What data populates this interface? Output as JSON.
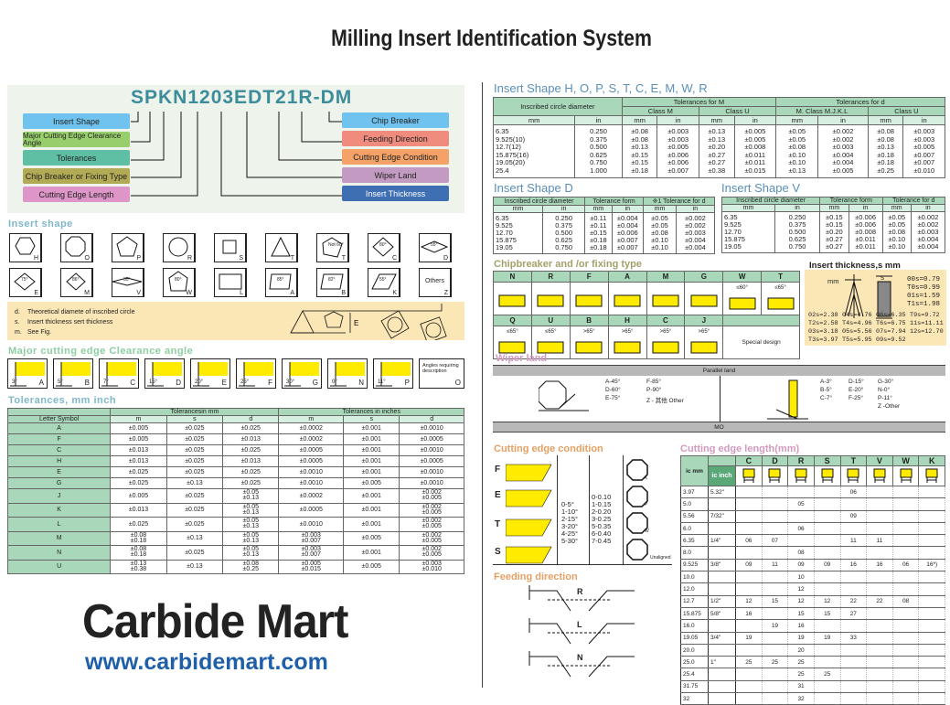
{
  "title": "Milling Insert Identification System",
  "code": {
    "value": "SPKN1203EDT21R-DM",
    "left_tags": [
      {
        "label": "Insert Shape",
        "color": "#6fc3ee"
      },
      {
        "label": "Major Cutting Edge Clearance Angle",
        "color": "#98cf6c"
      },
      {
        "label": "Tolerances",
        "color": "#5fbfa5"
      },
      {
        "label": "Chip Breaker or Fixing Type",
        "color": "#b3aa55"
      },
      {
        "label": "Cutting Edge Length",
        "color": "#de96c9"
      }
    ],
    "right_tags": [
      {
        "label": "Chip Breaker",
        "color": "#6fc3ee"
      },
      {
        "label": "Feeding Direction",
        "color": "#ef8c7d"
      },
      {
        "label": "Cutting Edge Condition",
        "color": "#f4a267"
      },
      {
        "label": "Wiper Land",
        "color": "#c39ac2"
      },
      {
        "label": "Insert Thickness",
        "color": "#3f6fb3"
      }
    ]
  },
  "insert_shape": {
    "heading": "Insert shape",
    "shapes": [
      "H",
      "O",
      "P",
      "R",
      "S",
      "T",
      "T",
      "C",
      "D",
      "E",
      "M",
      "V",
      "W",
      "L",
      "A",
      "B",
      "K"
    ],
    "angles": {
      "T2": "Not 60°",
      "C": "80°",
      "D": "55°",
      "E": "75°",
      "M": "86°",
      "V": "35°",
      "W": "80°",
      "A": "85°",
      "B": "82°",
      "K": "55°"
    },
    "others": "Others",
    "others_letter": "Z",
    "notes": [
      {
        "k": "d.",
        "t": "Theoretical diamete of inscribed circle"
      },
      {
        "k": "s.",
        "t": "Insert thickness sert thickness"
      },
      {
        "k": "m.",
        "t": "See Fig."
      }
    ],
    "fig_label": "E"
  },
  "clearance": {
    "heading": "Major cutting edge Clearance angle",
    "items": [
      {
        "l": "A",
        "a": "3°"
      },
      {
        "l": "B",
        "a": "5°"
      },
      {
        "l": "C",
        "a": "7°"
      },
      {
        "l": "D",
        "a": "15°"
      },
      {
        "l": "E",
        "a": "20°"
      },
      {
        "l": "F",
        "a": "25°"
      },
      {
        "l": "G",
        "a": "30°"
      },
      {
        "l": "N",
        "a": "0°"
      },
      {
        "l": "P",
        "a": "11°"
      }
    ],
    "other_text": "Angles requiring description",
    "other_letter": "O"
  },
  "tolerances": {
    "heading": "Tolerances, mm  inch",
    "group_mm": "Tolerancesin mm",
    "group_in": "Tolerances in inches",
    "cols": [
      "Letter Symbol",
      "m",
      "s",
      "d",
      "m",
      "s",
      "d"
    ],
    "rows": [
      [
        "A",
        "±0.005",
        "±0.025",
        "±0.025",
        "±0.0002",
        "±0.001",
        "±0.0010"
      ],
      [
        "F",
        "±0.005",
        "±0.025",
        "±0.013",
        "±0.0002",
        "±0.001",
        "±0.0005"
      ],
      [
        "C",
        "±0.013",
        "±0.025",
        "±0.025",
        "±0.0005",
        "±0.001",
        "±0.0010"
      ],
      [
        "H",
        "±0.013",
        "±0.025",
        "±0.013",
        "±0.0005",
        "±0.001",
        "±0.0005"
      ],
      [
        "E",
        "±0.025",
        "±0.025",
        "±0.025",
        "±0.0010",
        "±0.001",
        "±0.0010"
      ],
      [
        "G",
        "±0.025",
        "±0.13",
        "±0.025",
        "±0.0010",
        "±0.005",
        "±0.0010"
      ],
      [
        "J",
        "±0.005",
        "±0.025",
        "±0.05 ±0.13",
        "±0.0002",
        "±0.001",
        "±0.002 ±0.005"
      ],
      [
        "K",
        "±0.013",
        "±0.025",
        "±0.05 ±0.13",
        "±0.0005",
        "±0.001",
        "±0.002 ±0.005"
      ],
      [
        "L",
        "±0.025",
        "±0.025",
        "±0.05 ±0.13",
        "±0.0010",
        "±0.001",
        "±0.002 ±0.005"
      ],
      [
        "M",
        "±0.08 ±0.18",
        "±0.13",
        "±0.05 ±0.13",
        "±0.003 ±0.007",
        "±0.005",
        "±0.002 ±0.005"
      ],
      [
        "N",
        "±0.08 ±0.18",
        "±0.025",
        "±0.05 ±0.13",
        "±0.003 ±0.007",
        "±0.001",
        "±0.002 ±0.005"
      ],
      [
        "U",
        "±0.13 ±0.38",
        "±0.13",
        "±0.08 ±0.25",
        "±0.005 ±0.015",
        "±0.005",
        "±0.003 ±0.010"
      ]
    ]
  },
  "logo": {
    "name": "Carbide Mart",
    "url": "www.carbidemart.com"
  },
  "shape_main": {
    "heading": "Insert Shape H, O, P, S, T, C, E, M, W, R",
    "h1": [
      "Inscribed circle diameter",
      "Tolerances for M",
      "Tolerances for d"
    ],
    "h2": [
      "Class M",
      "Class U",
      "M. Class M.J.K.L",
      "Class U"
    ],
    "units": [
      "mm",
      "in",
      "mm",
      "in",
      "mm",
      "in",
      "mm",
      "in",
      "mm",
      "in"
    ],
    "rows": [
      [
        "6.35",
        "0.250",
        "±0.08",
        "±0.003",
        "±0.13",
        "±0.005",
        "±0.05",
        "±0.002",
        "±0.08",
        "±0.003"
      ],
      [
        "9.525(10)",
        "0.375",
        "±0.08",
        "±0.003",
        "±0.13",
        "±0.005",
        "±0.05",
        "±0.002",
        "±0.08",
        "±0.003"
      ],
      [
        "12.7(12)",
        "0.500",
        "±0.13",
        "±0.005",
        "±0.20",
        "±0.008",
        "±0.08",
        "±0.003",
        "±0.13",
        "±0.005"
      ],
      [
        "15.875(16)",
        "0.625",
        "±0.15",
        "±0.006",
        "±0.27",
        "±0.011",
        "±0.10",
        "±0.004",
        "±0.18",
        "±0.007"
      ],
      [
        "19.05(20)",
        "0.750",
        "±0.15",
        "±0.006",
        "±0.27",
        "±0.011",
        "±0.10",
        "±0.004",
        "±0.18",
        "±0.007"
      ],
      [
        "25.4",
        "1.000",
        "±0.18",
        "±0.007",
        "±0.38",
        "±0.015",
        "±0.13",
        "±0.005",
        "±0.25",
        "±0.010"
      ]
    ]
  },
  "shape_d": {
    "heading": "Insert Shape D",
    "h": [
      "Inscribed circle diameter",
      "Tolerance form",
      "※1 Tolerance for d"
    ],
    "units": [
      "mm",
      "in",
      "mm",
      "in",
      "mm",
      "in"
    ],
    "rows": [
      [
        "6.35",
        "0.250",
        "±0.11",
        "±0.004",
        "±0.05",
        "±0.002"
      ],
      [
        "9.525",
        "0.375",
        "±0.11",
        "±0.004",
        "±0.05",
        "±0.002"
      ],
      [
        "12.70",
        "0.500",
        "±0.15",
        "±0.006",
        "±0.08",
        "±0.003"
      ],
      [
        "15.875",
        "0.625",
        "±0.18",
        "±0.007",
        "±0.10",
        "±0.004"
      ],
      [
        "19.05",
        "0.750",
        "±0.18",
        "±0.007",
        "±0.10",
        "±0.004"
      ]
    ]
  },
  "shape_v": {
    "heading": "Insert Shape V",
    "h": [
      "Inscribed circle diameter",
      "Tolerance form",
      "Tolerance for d"
    ],
    "units": [
      "mm",
      "in",
      "mm",
      "in",
      "mm",
      "in"
    ],
    "rows": [
      [
        "6.35",
        "0.250",
        "±0.15",
        "±0.006",
        "±0.05",
        "±0.002"
      ],
      [
        "9.525",
        "0.375",
        "±0.15",
        "±0.006",
        "±0.05",
        "±0.002"
      ],
      [
        "12.70",
        "0.500",
        "±0.20",
        "±0.008",
        "±0.08",
        "±0.003"
      ],
      [
        "15.875",
        "0.625",
        "±0.27",
        "±0.011",
        "±0.10",
        "±0.004"
      ],
      [
        "19.05",
        "0.750",
        "±0.27",
        "±0.011",
        "±0.10",
        "±0.004"
      ]
    ]
  },
  "chipbreaker": {
    "heading": "Chipbreaker and /or fixing type",
    "row1": [
      "N",
      "R",
      "F",
      "A",
      "M",
      "G",
      "W",
      "T"
    ],
    "row1_angles": [
      "",
      "",
      "",
      "",
      "",
      "",
      "≤60°",
      "≤65°"
    ],
    "row2": [
      "Q",
      "U",
      "B",
      "H",
      "C",
      "J"
    ],
    "row2_angles": [
      "≤65°",
      "≤65°",
      ">65°",
      ">65°",
      ">65°",
      ">65°"
    ],
    "special": "Special design"
  },
  "thickness": {
    "heading": "Insert thickness,s mm",
    "mm": "mm",
    "s": "S",
    "top": [
      "00s=0.79",
      "T0s=0.99",
      "01s=1.59",
      "T1s=1.98"
    ],
    "rows": [
      [
        "02s=2.38",
        "04s=4.76",
        "06s=6.35",
        "T9s=9.72"
      ],
      [
        "T2s=2.58",
        "T4s=4.96",
        "T6s=6.75",
        "11s=11.11"
      ],
      [
        "03s=3.18",
        "05s=5.56",
        "07s=7.94",
        "12s=12.70"
      ],
      [
        "T3s=3.97",
        "T5s=5.95",
        "09s=9.52",
        ""
      ]
    ]
  },
  "wiper": {
    "heading": "Wiper land",
    "parallel": "Parallel land",
    "mo": "MO",
    "left": [
      "A-45°",
      "F-85°",
      "D-60°",
      "P-90°",
      "E-75°",
      "Z - 其他 Other"
    ],
    "right": [
      "A-3°",
      "D-15°",
      "G-30°",
      "B-5°",
      "E-20°",
      "N-0°",
      "C-7°",
      "F-25°",
      "P-11°",
      "",
      "",
      "Z -Other"
    ]
  },
  "edge_condition": {
    "heading": "Cutting edge condition",
    "letters": [
      "F",
      "E",
      "T",
      "S"
    ],
    "angles": [
      "0-5°",
      "1-10°",
      "2-15°",
      "3-20°",
      "4-25°",
      "5-30°"
    ],
    "widths": [
      "0-0.10",
      "1-0.15",
      "2-0.20",
      "3-0.25",
      "5-0.35",
      "6-0.40",
      "7-0.45"
    ],
    "hex_labels": [
      "K",
      "P",
      "W",
      "Unaligned"
    ]
  },
  "feeding": {
    "heading": "Feeding direction",
    "dirs": [
      "R",
      "L",
      "N"
    ]
  },
  "edge_length": {
    "heading": "Cutting edge length(mm)",
    "ic_mm": "ic mm",
    "ic_inch": "ic inch",
    "cols": [
      "C",
      "D",
      "R",
      "S",
      "T",
      "V",
      "W",
      "K"
    ],
    "rows": [
      [
        "3.97",
        "5.32\"",
        "",
        "",
        "",
        "",
        "06",
        "",
        "",
        ""
      ],
      [
        "5.0",
        "",
        "",
        "",
        "05",
        "",
        "",
        "",
        "",
        ""
      ],
      [
        "5.56",
        "7/32\"",
        "",
        "",
        "",
        "",
        "09",
        "",
        "",
        ""
      ],
      [
        "6.0",
        "",
        "",
        "",
        "06",
        "",
        "",
        "",
        "",
        ""
      ],
      [
        "6.35",
        "1/4\"",
        "06",
        "07",
        "",
        "",
        "11",
        "11",
        "",
        ""
      ],
      [
        "8.0",
        "",
        "",
        "",
        "08",
        "",
        "",
        "",
        "",
        ""
      ],
      [
        "9.525",
        "3/8\"",
        "09",
        "11",
        "09",
        "09",
        "16",
        "16",
        "06",
        "16*)"
      ],
      [
        "10.0",
        "",
        "",
        "",
        "10",
        "",
        "",
        "",
        "",
        ""
      ],
      [
        "12.0",
        "",
        "",
        "",
        "12",
        "",
        "",
        "",
        "",
        ""
      ],
      [
        "12.7",
        "1/2\"",
        "12",
        "15",
        "12",
        "12",
        "22",
        "22",
        "08",
        ""
      ],
      [
        "15.875",
        "5/8\"",
        "16",
        "",
        "15",
        "15",
        "27",
        "",
        "",
        ""
      ],
      [
        "16.0",
        "",
        "",
        "19",
        "16",
        "",
        "",
        "",
        "",
        ""
      ],
      [
        "19.05",
        "3/4\"",
        "19",
        "",
        "19",
        "19",
        "33",
        "",
        "",
        ""
      ],
      [
        "20.0",
        "",
        "",
        "",
        "20",
        "",
        "",
        "",
        "",
        ""
      ],
      [
        "25.0",
        "1\"",
        "25",
        "25",
        "25",
        "",
        "",
        "",
        "",
        ""
      ],
      [
        "25.4",
        "",
        "",
        "",
        "25",
        "25",
        "",
        "",
        "",
        ""
      ],
      [
        "31.75",
        "",
        "",
        "",
        "31",
        "",
        "",
        "",
        "",
        ""
      ],
      [
        "32",
        "",
        "",
        "",
        "32",
        "",
        "",
        "",
        "",
        ""
      ]
    ]
  }
}
